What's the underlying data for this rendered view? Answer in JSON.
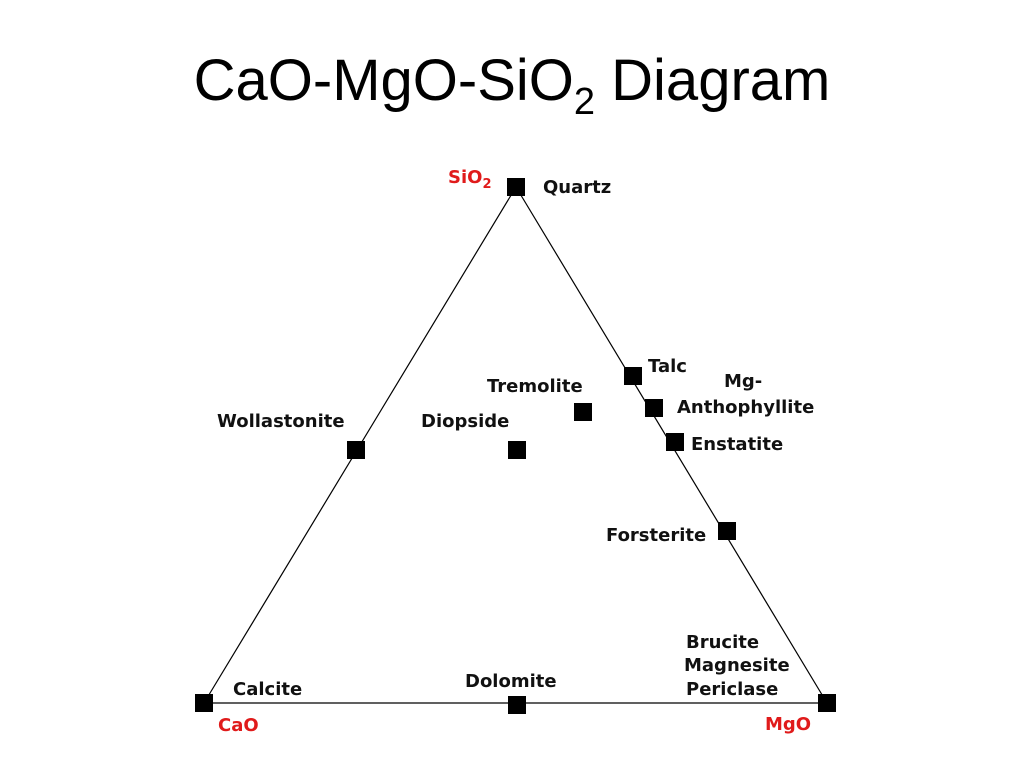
{
  "title": {
    "main": "CaO-MgO-SiO",
    "subscript": "2",
    "suffix": " Diagram"
  },
  "corners": {
    "sio2": {
      "text": "SiO",
      "subscript": "2"
    },
    "cao": {
      "text": "CaO"
    },
    "mgo": {
      "text": "MgO"
    }
  },
  "colors": {
    "corner_label": "#e01b1b",
    "marker": "#000000",
    "line": "#000000"
  },
  "minerals": {
    "quartz": "Quartz",
    "talc": "Talc",
    "mg_anthophyllite_1": "Mg-",
    "mg_anthophyllite_2": "Anthophyllite",
    "enstatite": "Enstatite",
    "forsterite": "Forsterite",
    "tremolite": "Tremolite",
    "diopside": "Diopside",
    "wollastonite": "Wollastonite",
    "calcite": "Calcite",
    "dolomite": "Dolomite",
    "brucite": "Brucite",
    "magnesite": "Magnesite",
    "periclase": "Periclase"
  }
}
